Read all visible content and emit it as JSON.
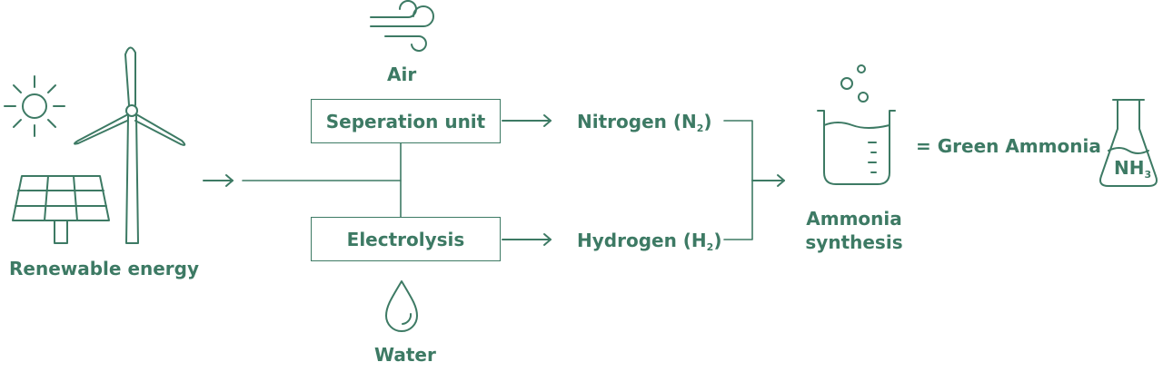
{
  "colors": {
    "stroke": "#3d7a64",
    "background": "#ffffff"
  },
  "labels": {
    "renewable_energy": "Renewable energy",
    "air": "Air",
    "water": "Water",
    "separation_unit": "Seperation unit",
    "electrolysis": "Electrolysis",
    "nitrogen_text": "Nitrogen (N",
    "nitrogen_sub": "2",
    "nitrogen_close": ")",
    "hydrogen_text": "Hydrogen (H",
    "hydrogen_sub": "2",
    "hydrogen_close": ")",
    "ammonia_synthesis_line1": "Ammonia",
    "ammonia_synthesis_line2": "synthesis",
    "green_ammonia": "= Green Ammonia",
    "nh3_text": "NH",
    "nh3_sub": "3"
  },
  "icons": {
    "sun": "sun-icon",
    "wind_turbine": "wind-turbine-icon",
    "solar_panel": "solar-panel-icon",
    "air": "wind-gust-icon",
    "water": "water-drop-icon",
    "beaker": "beaker-bubbles-icon",
    "flask": "erlenmeyer-flask-icon"
  }
}
